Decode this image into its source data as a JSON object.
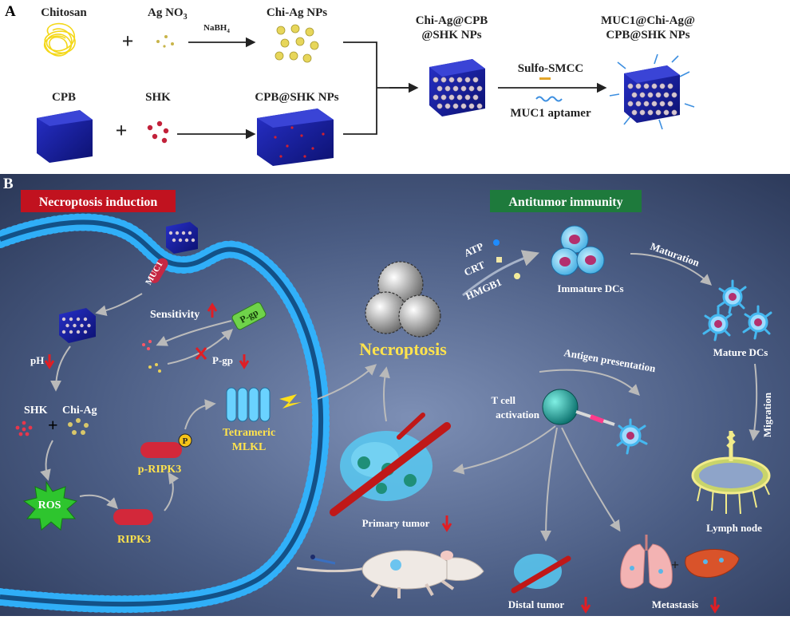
{
  "panel_a": {
    "letter": "A",
    "chitosan": "Chitosan",
    "agno3": "Ag NO",
    "agno3_sub": "3",
    "nabh4": "NaBH",
    "nabh4_sub": "4",
    "chi_ag_nps": "Chi-Ag NPs",
    "cpb": "CPB",
    "shk": "SHK",
    "cpb_shk_nps": "CPB@SHK NPs",
    "chi_ag_cpb_1": "Chi-Ag@CPB",
    "chi_ag_cpb_2": "@SHK NPs",
    "muc1_np_1": "MUC1@Chi-Ag@",
    "muc1_np_2": "CPB@SHK NPs",
    "sulfo_smcc": "Sulfo-SMCC",
    "muc1_aptamer": "MUC1 aptamer",
    "plus": "+"
  },
  "panel_b": {
    "letter": "B",
    "necroptosis_induction": "Necroptosis induction",
    "antitumor_immunity": "Antitumor immunity",
    "muc1": "MUC1",
    "pgp_box": "P-gp",
    "sensitivity": "Sensitivity",
    "pgp": "P-gp",
    "ph": "pH",
    "shk": "SHK",
    "chi_ag": "Chi-Ag",
    "plus": "+",
    "ros": "ROS",
    "ripk3": "RIPK3",
    "p_ripk3": "p-RIPK3",
    "p_symbol": "P",
    "tetrameric": "Tetrameric",
    "mlkl": "MLKL",
    "necroptosis": "Necroptosis",
    "atp": "ATP",
    "crt": "CRT",
    "hmgb1": "HMGB1",
    "immature_dcs": "Immature DCs",
    "maturation": "Maturation",
    "mature_dcs": "Mature DCs",
    "antigen_presentation": "Antigen presentation",
    "t_cell_1": "T cell",
    "t_cell_2": "activation",
    "migration": "Migration",
    "lymph_node": "Lymph node",
    "primary_tumor": "Primary tumor",
    "distal_tumor": "Distal tumor",
    "metastasis": "Metastasis",
    "plus2": "+"
  },
  "colors": {
    "necroptosis_bar": "#c1121f",
    "immunity_bar": "#1e7a3c",
    "down_arrow": "#e01e24",
    "necroptosis_text": "#ffe34d",
    "label_text": "#ffffff",
    "cpb_blue": "#1a23a8",
    "background_b": "#3e4f74"
  }
}
